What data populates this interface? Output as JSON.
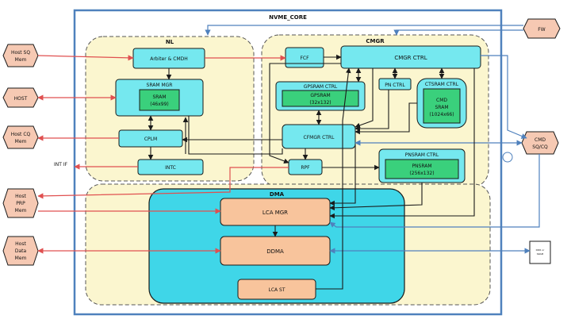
{
  "diagram": {
    "colors": {
      "outer_border": "#4f81bd",
      "region_fill": "#fbf6cf",
      "block_fill": "#75e8ef",
      "inner_fill": "#3ad07c",
      "dma_fill": "#3fd6e8",
      "orange_fill": "#f8c49c",
      "ext_fill": "#f6c9b3",
      "red_arrow": "#e05050",
      "blue_arrow": "#4f81bd"
    },
    "title": "NVME_CORE",
    "regions": {
      "nl": "NL",
      "cmgr": "CMGR",
      "dma": "DMA"
    },
    "blocks": {
      "arbiter": "Arbiter & CMDH",
      "sram_mgr": "SRAM MGR",
      "sram_line1": "SRAM",
      "sram_line2": "(46x99)",
      "cplm": "CPLM",
      "intc": "INTC",
      "fcf": "FCF",
      "cmgr_ctrl": "CMGR CTRL",
      "gpsram_ctrl": "GPSRAM CTRL",
      "gpsram_line1": "GPSRAM",
      "gpsram_line2": "(32x132)",
      "pn_ctrl": "PN CTRL",
      "ctsram_ctrl": "CTSRAM CTRL",
      "cmd_sram_line1": "CMD",
      "cmd_sram_line2": "SRAM",
      "cmd_sram_line3": "(1024x66)",
      "cfmgr_ctrl": "CFMGR CTRL",
      "rpf": "RPF",
      "pnsram_ctrl": "PNSRAM CTRL",
      "pnsram_line1": "PNSRAM",
      "pnsram_line2": "(256x132)",
      "lca_mgr": "LCA MGR",
      "ddma": "DDMA",
      "lca_st": "LCA ST"
    },
    "external": {
      "host_sq_l1": "Host SQ",
      "host_sq_l2": "Mem",
      "host": "HOST",
      "host_cq_l1": "Host CQ",
      "host_cq_l2": "Mem",
      "host_prp_l1": "Host",
      "host_prp_l2": "PRP",
      "host_prp_l3": "Mem",
      "host_data_l1": "Host",
      "host_data_l2": "Data",
      "host_data_l3": "Mem",
      "fw": "FW",
      "cmd_sqcq_l1": "CMD",
      "cmd_sqcq_l2": "SQ/CQ",
      "ddr_l1": "DDR or",
      "ddr_l2": "SRAM"
    },
    "labels": {
      "int_if": "INT IF"
    }
  }
}
